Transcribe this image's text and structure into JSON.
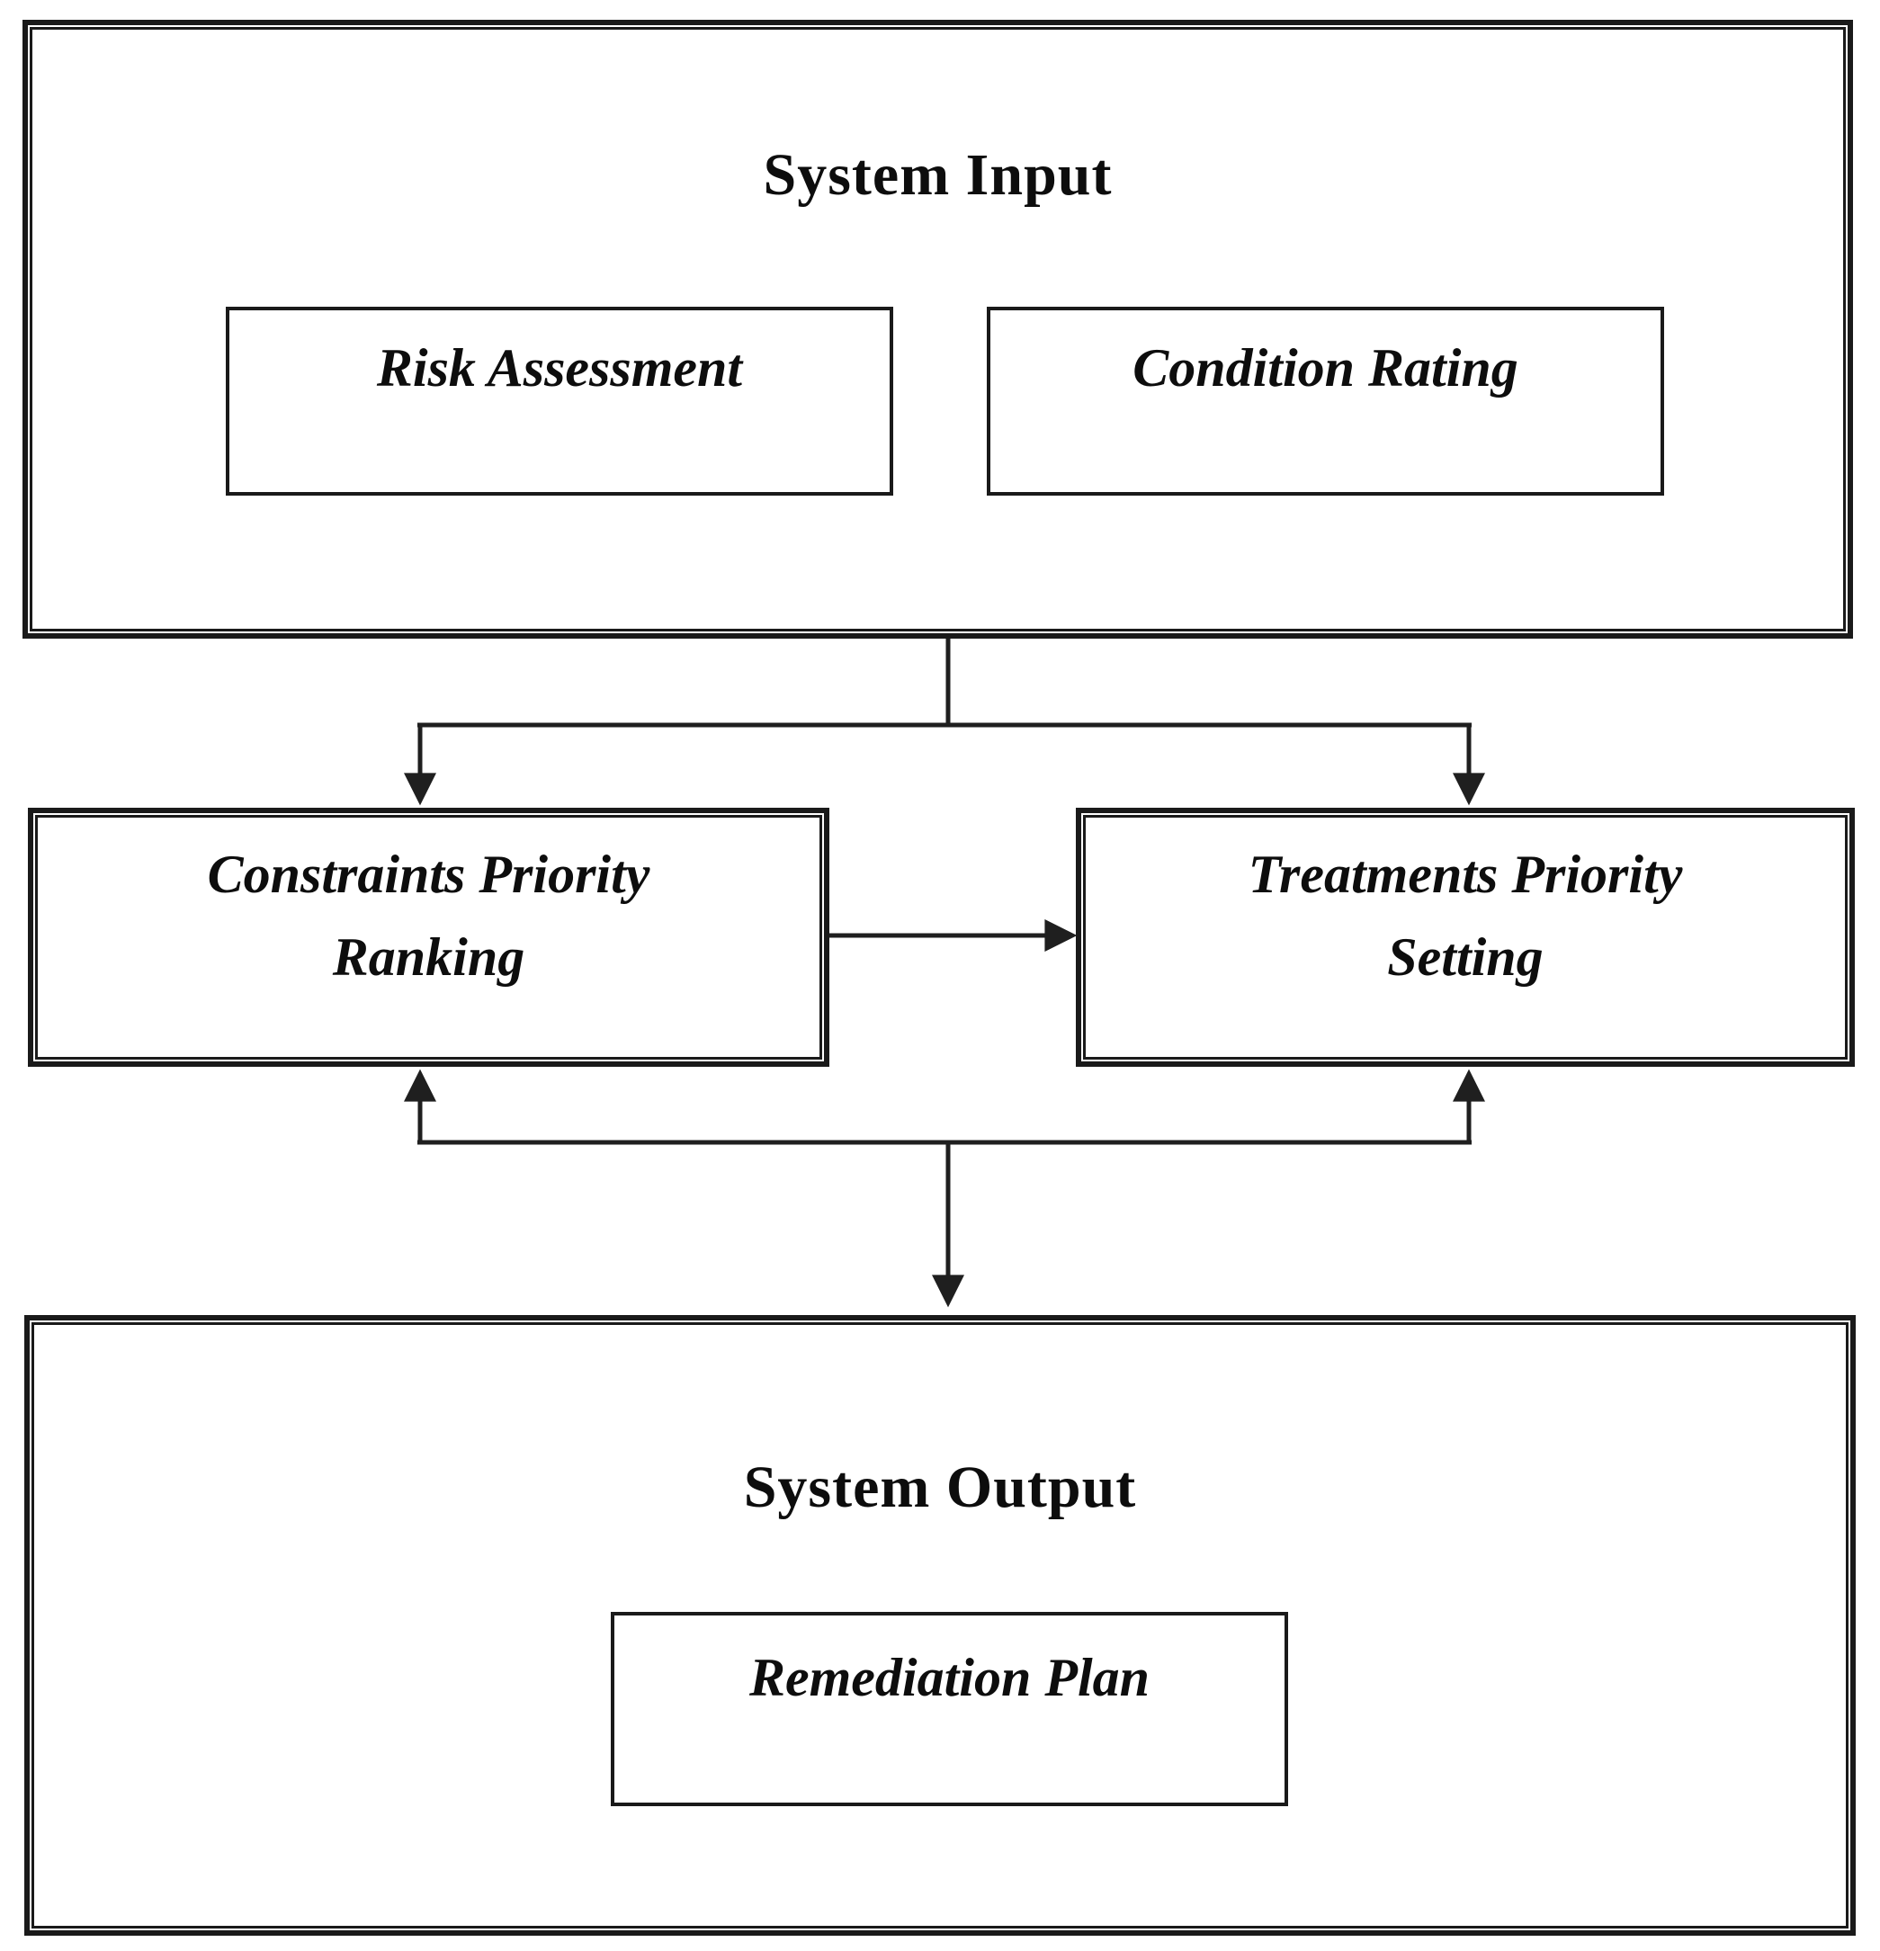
{
  "system_input": {
    "title": "System Input",
    "risk_assessment_label": "Risk Assessment",
    "condition_rating_label": "Condition Rating"
  },
  "process": {
    "constraints": {
      "line1": "Constraints Priority",
      "line2": "Ranking"
    },
    "treatments": {
      "line1": "Treatments Priority",
      "line2": "Setting"
    }
  },
  "system_output": {
    "title": "System Output",
    "remediation_plan_label": "Remediation Plan"
  },
  "colors": {
    "border": "#1a1a1a",
    "line": "#1f1f1f",
    "text": "#0d0d0d",
    "background": "#ffffff"
  },
  "edges": [
    {
      "from": "risk-assessment",
      "to": "condition-rating",
      "type": "bidirectional"
    },
    {
      "from": "system-input",
      "to": "constraints-priority-ranking",
      "type": "arrow"
    },
    {
      "from": "system-input",
      "to": "treatments-priority-setting",
      "type": "arrow"
    },
    {
      "from": "constraints-priority-ranking",
      "to": "treatments-priority-setting",
      "type": "arrow"
    },
    {
      "from": "feedback-loop",
      "to": "constraints-priority-ranking",
      "type": "arrow"
    },
    {
      "from": "feedback-loop",
      "to": "treatments-priority-setting",
      "type": "arrow"
    },
    {
      "from": "process-level",
      "to": "system-output",
      "type": "arrow"
    }
  ]
}
